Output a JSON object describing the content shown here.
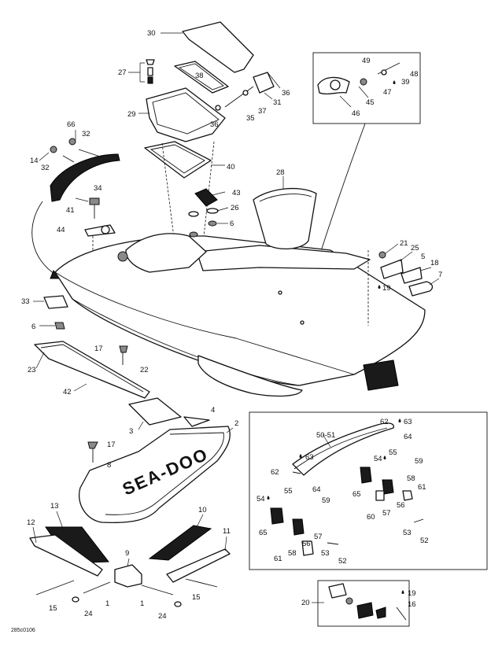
{
  "figure_code": "285c0106",
  "brand_text": "SEA-DOO",
  "callouts": [
    {
      "id": "c30",
      "text": "30"
    },
    {
      "id": "c27",
      "text": "27"
    },
    {
      "id": "c38",
      "text": "38"
    },
    {
      "id": "c29",
      "text": "29"
    },
    {
      "id": "c36a",
      "text": "36"
    },
    {
      "id": "c31",
      "text": "31"
    },
    {
      "id": "c37",
      "text": "37"
    },
    {
      "id": "c35",
      "text": "35"
    },
    {
      "id": "c36b",
      "text": "36"
    },
    {
      "id": "c49",
      "text": "49"
    },
    {
      "id": "c48",
      "text": "48"
    },
    {
      "id": "c39",
      "text": "39"
    },
    {
      "id": "c47",
      "text": "47"
    },
    {
      "id": "c45",
      "text": "45"
    },
    {
      "id": "c46",
      "text": "46"
    },
    {
      "id": "c66",
      "text": "66"
    },
    {
      "id": "c32a",
      "text": "32"
    },
    {
      "id": "c14",
      "text": "14"
    },
    {
      "id": "c32b",
      "text": "32"
    },
    {
      "id": "c34",
      "text": "34"
    },
    {
      "id": "c40",
      "text": "40"
    },
    {
      "id": "c28",
      "text": "28"
    },
    {
      "id": "c43",
      "text": "43"
    },
    {
      "id": "c26",
      "text": "26"
    },
    {
      "id": "c6a",
      "text": "6"
    },
    {
      "id": "c41",
      "text": "41"
    },
    {
      "id": "c44",
      "text": "44"
    },
    {
      "id": "c21",
      "text": "21"
    },
    {
      "id": "c25",
      "text": "25"
    },
    {
      "id": "c5",
      "text": "5"
    },
    {
      "id": "c18",
      "text": "18"
    },
    {
      "id": "c7",
      "text": "7"
    },
    {
      "id": "c19a",
      "text": "19"
    },
    {
      "id": "c33",
      "text": "33"
    },
    {
      "id": "c6b",
      "text": "6"
    },
    {
      "id": "c17a",
      "text": "17"
    },
    {
      "id": "c23",
      "text": "23"
    },
    {
      "id": "c22",
      "text": "22"
    },
    {
      "id": "c42",
      "text": "42"
    },
    {
      "id": "c4",
      "text": "4"
    },
    {
      "id": "c3",
      "text": "3"
    },
    {
      "id": "c2",
      "text": "2"
    },
    {
      "id": "c17b",
      "text": "17"
    },
    {
      "id": "c8",
      "text": "8"
    },
    {
      "id": "c62a",
      "text": "62"
    },
    {
      "id": "c63a",
      "text": "63"
    },
    {
      "id": "c5051",
      "text": "50-51"
    },
    {
      "id": "c64a",
      "text": "64"
    },
    {
      "id": "c63b",
      "text": "63"
    },
    {
      "id": "c54a",
      "text": "54"
    },
    {
      "id": "c55a",
      "text": "55"
    },
    {
      "id": "c59a",
      "text": "59"
    },
    {
      "id": "c62b",
      "text": "62"
    },
    {
      "id": "c64b",
      "text": "64"
    },
    {
      "id": "c58a",
      "text": "58"
    },
    {
      "id": "c61a",
      "text": "61"
    },
    {
      "id": "c65a",
      "text": "65"
    },
    {
      "id": "c57",
      "text": "57"
    },
    {
      "id": "c56a",
      "text": "56"
    },
    {
      "id": "c54b",
      "text": "54"
    },
    {
      "id": "c55b",
      "text": "55"
    },
    {
      "id": "c59b",
      "text": "59"
    },
    {
      "id": "c60",
      "text": "60"
    },
    {
      "id": "c65b",
      "text": "65"
    },
    {
      "id": "c56b",
      "text": "56"
    },
    {
      "id": "c58b",
      "text": "58"
    },
    {
      "id": "c57b",
      "text": "57"
    },
    {
      "id": "c53a",
      "text": "53"
    },
    {
      "id": "c52a",
      "text": "52"
    },
    {
      "id": "c61b",
      "text": "61"
    },
    {
      "id": "c53b",
      "text": "53"
    },
    {
      "id": "c52b",
      "text": "52"
    },
    {
      "id": "c13",
      "text": "13"
    },
    {
      "id": "c10",
      "text": "10"
    },
    {
      "id": "c12",
      "text": "12"
    },
    {
      "id": "c11",
      "text": "11"
    },
    {
      "id": "c9",
      "text": "9"
    },
    {
      "id": "c15a",
      "text": "15"
    },
    {
      "id": "c1a",
      "text": "1"
    },
    {
      "id": "c24a",
      "text": "24"
    },
    {
      "id": "c1b",
      "text": "1"
    },
    {
      "id": "c24b",
      "text": "24"
    },
    {
      "id": "c15b",
      "text": "15"
    },
    {
      "id": "c20",
      "text": "20"
    },
    {
      "id": "c19b",
      "text": "19"
    },
    {
      "id": "c16",
      "text": "16"
    }
  ]
}
